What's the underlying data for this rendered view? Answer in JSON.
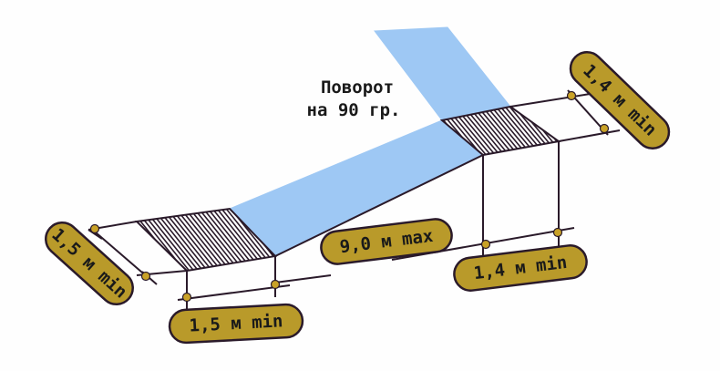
{
  "note": {
    "line1": "Поворот",
    "line2": "на 90 гр."
  },
  "dimensions": {
    "left_width": "1,5 м min",
    "bottom_left": "1,5 м min",
    "ramp_length": "9,0 м max",
    "bottom_right": "1,4 м min",
    "top_right": "1,4 м min"
  },
  "colors": {
    "ramp": "#9ec8f4",
    "label_fill": "#b99a2a",
    "line": "#2a1a2a",
    "dot": "#c9a227"
  }
}
